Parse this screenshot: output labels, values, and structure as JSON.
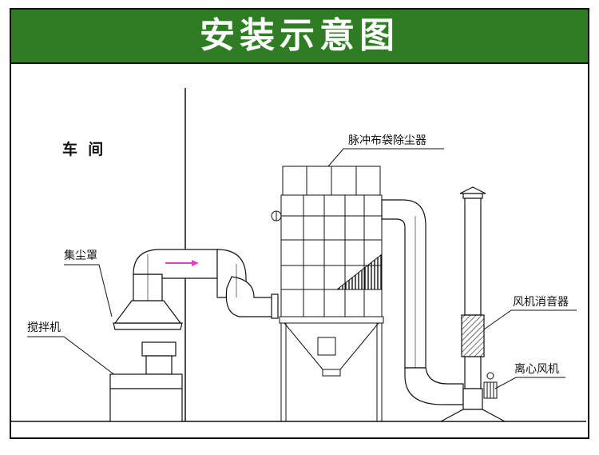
{
  "title": "安装示意图",
  "labels": {
    "workshop": "车  间",
    "baghouse": "脉冲布袋除尘器",
    "dust_hood": "集尘罩",
    "mixer": "搅拌机",
    "silencer": "风机消音器",
    "centrifugal_fan": "离心风机"
  },
  "colors": {
    "banner": "#2e7d22",
    "title_text": "#ffffff",
    "flow_arrow": "#e040c0",
    "line": "#111111"
  }
}
